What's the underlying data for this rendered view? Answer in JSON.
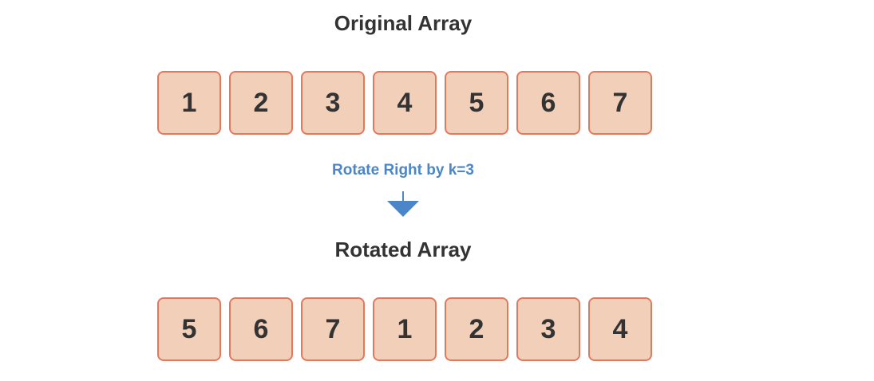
{
  "original": {
    "title": "Original Array",
    "cells": [
      "1",
      "2",
      "3",
      "4",
      "5",
      "6",
      "7"
    ]
  },
  "operation": {
    "label": "Rotate Right by k=3",
    "arrow_icon": "arrow-down-icon",
    "color": "#4a86c8"
  },
  "rotated": {
    "title": "Rotated Array",
    "cells": [
      "5",
      "6",
      "7",
      "1",
      "2",
      "3",
      "4"
    ]
  },
  "colors": {
    "cell_fill": "#f2cfb8",
    "cell_border": "#e07a5f",
    "text": "#333333"
  }
}
